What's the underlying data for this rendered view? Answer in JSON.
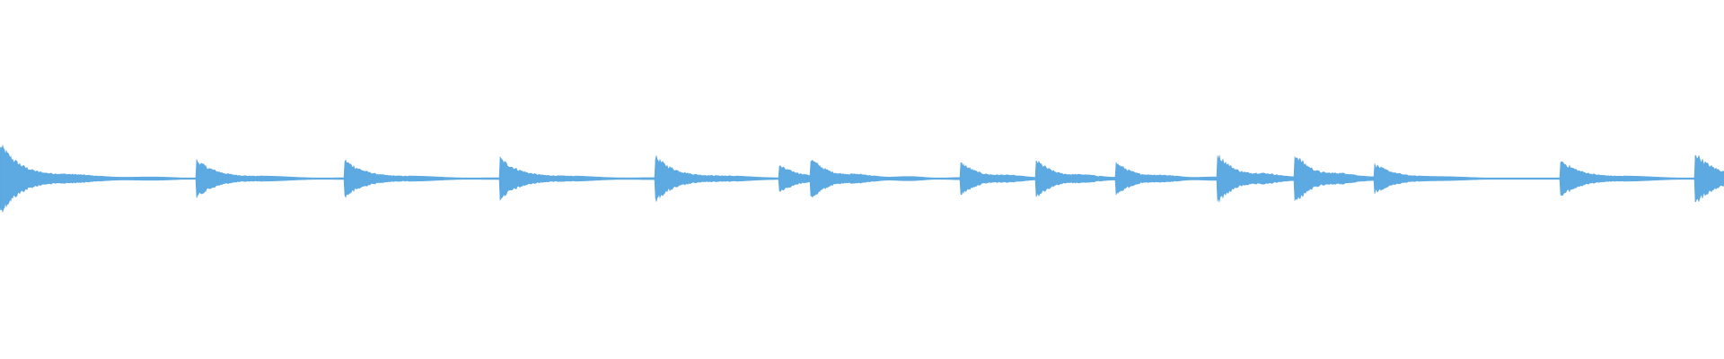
{
  "waveform": {
    "color": "#5DA9E2",
    "background": "#ffffff",
    "onsets": [
      0,
      0.114,
      0.2,
      0.29,
      0.38,
      0.452,
      0.47,
      0.557,
      0.601,
      0.647,
      0.706,
      0.751,
      0.797,
      0.905,
      0.983
    ],
    "peak_levels": [
      0.95,
      0.5,
      0.5,
      0.55,
      0.6,
      0.35,
      0.5,
      0.4,
      0.45,
      0.4,
      0.6,
      0.6,
      0.4,
      0.5,
      0.7
    ],
    "wobble": [
      false,
      false,
      false,
      false,
      false,
      false,
      true,
      true,
      true,
      true,
      true,
      true,
      false,
      false,
      false
    ]
  }
}
